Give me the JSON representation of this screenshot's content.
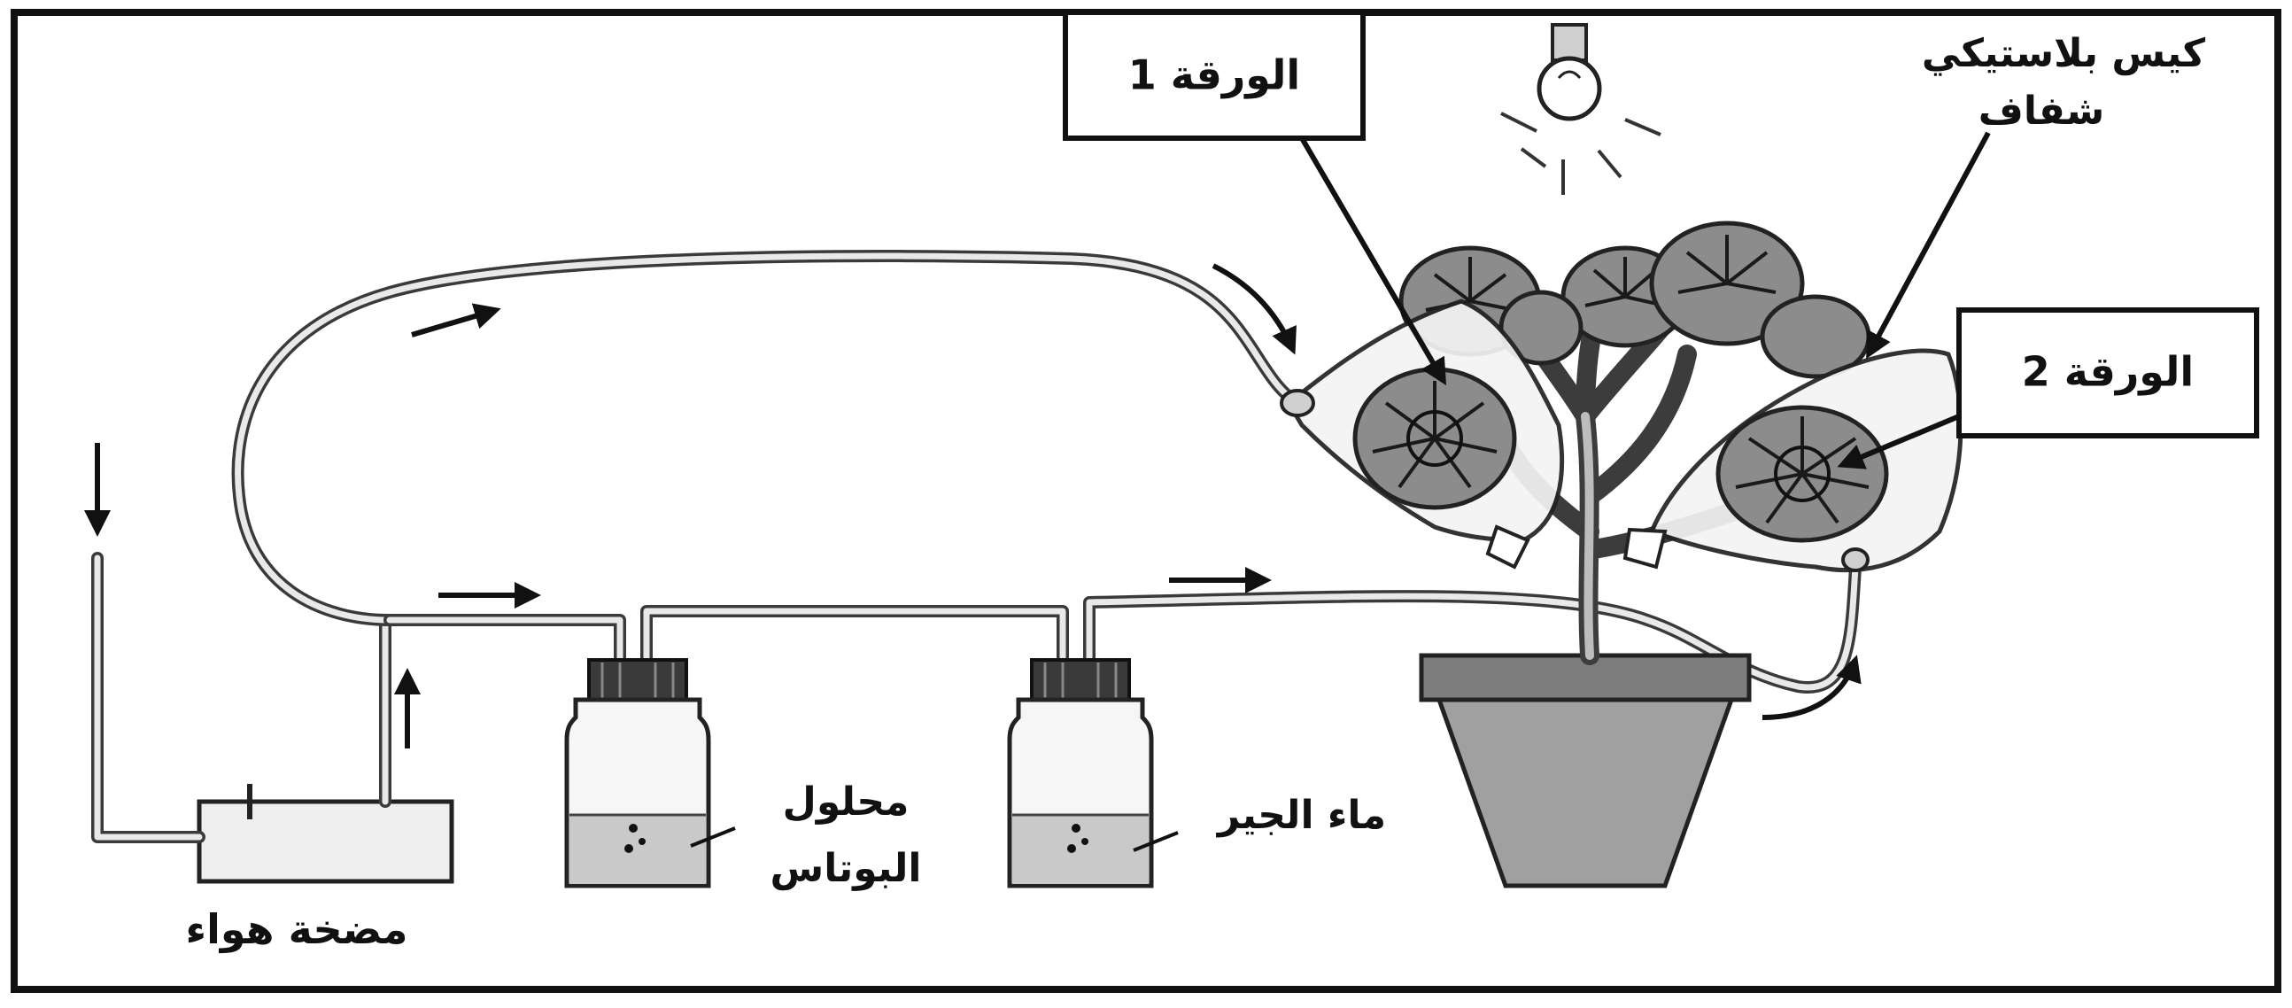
{
  "labels": {
    "leaf1": "الورقة 1",
    "leaf2": "الورقة 2",
    "bag_line1": "كيس بلاستيكي",
    "bag_line2": "شفاف",
    "potash_line1": "محلول",
    "potash_line2": "البوتاس",
    "limewater": "ماء الجير",
    "air_pump": "مضخة هواء"
  }
}
